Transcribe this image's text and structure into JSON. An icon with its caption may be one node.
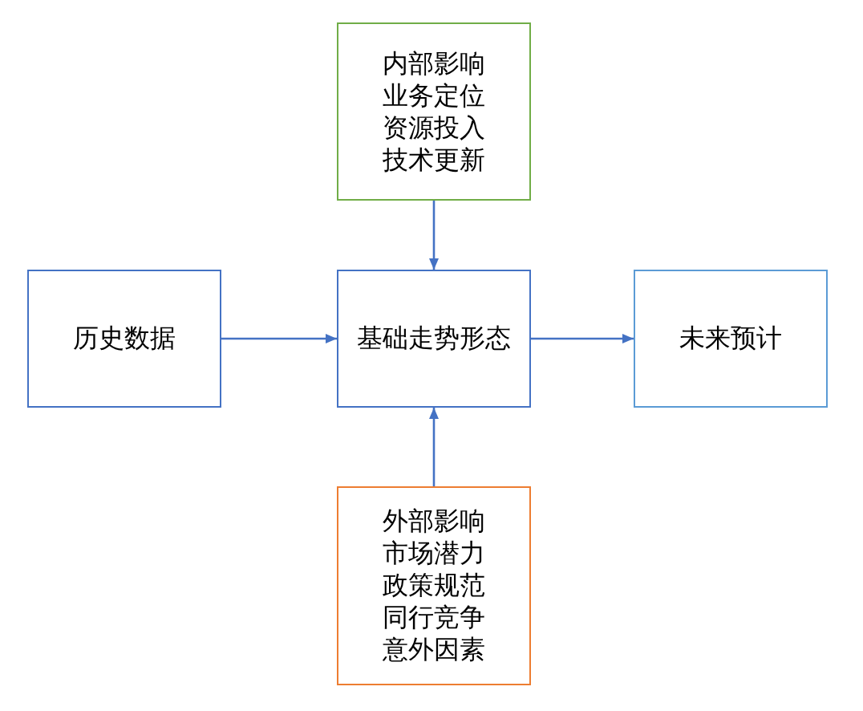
{
  "diagram": {
    "nodes": [
      {
        "text": [
          "内部影响",
          "业务定位",
          "资源投入",
          "技术更新"
        ]
      },
      {
        "text": [
          "历史数据"
        ]
      },
      {
        "text": [
          "基础走势形态"
        ]
      },
      {
        "text": [
          "未来预计"
        ]
      },
      {
        "text": [
          "外部影响",
          "市场潜力",
          "政策规范",
          "同行竞争",
          "意外因素"
        ]
      }
    ],
    "edges": [
      {
        "from": 0,
        "to": 2,
        "arrow": "to"
      },
      {
        "from": 1,
        "to": 2,
        "arrow": "to"
      },
      {
        "from": 2,
        "to": 3,
        "arrow": "to"
      },
      {
        "from": 4,
        "to": 2,
        "arrow": "to"
      }
    ]
  }
}
